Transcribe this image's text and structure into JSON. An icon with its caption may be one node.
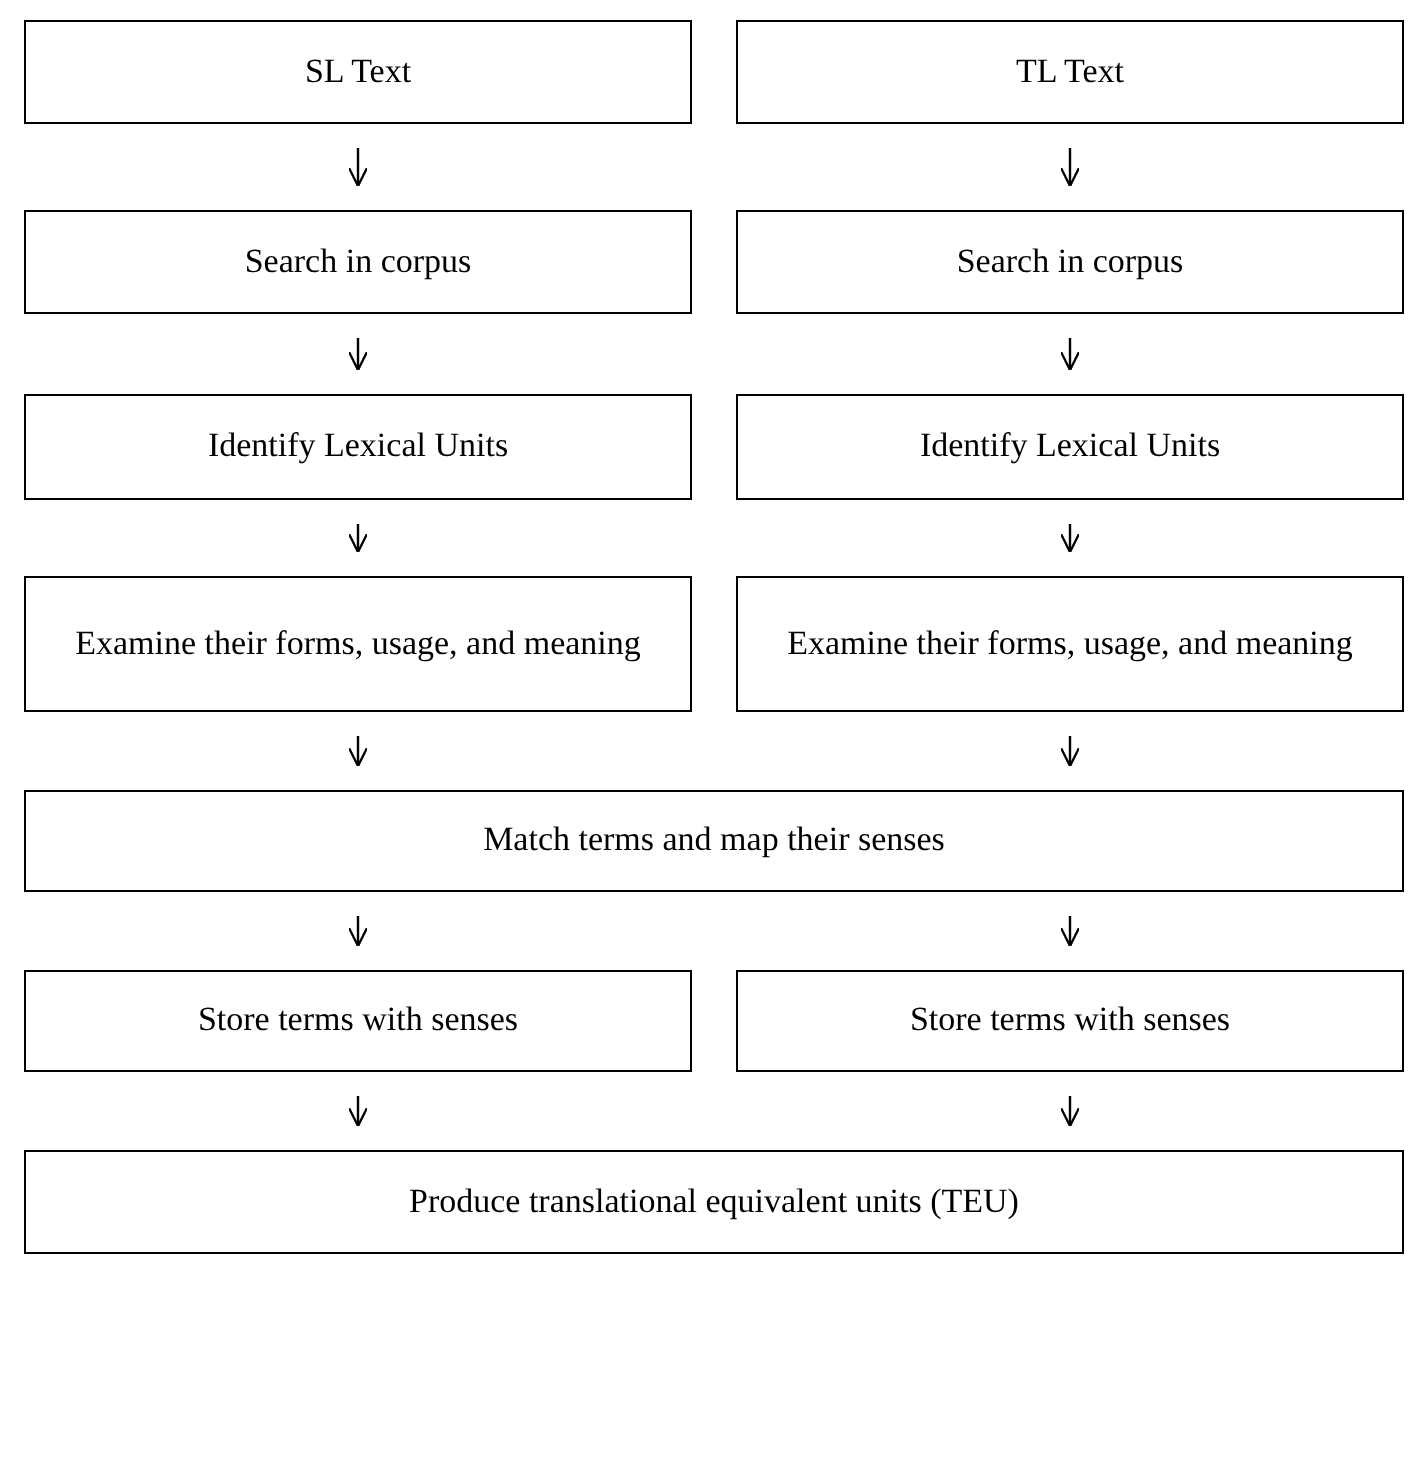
{
  "diagram": {
    "nodes": [
      {
        "text": [
          "SL Text"
        ]
      },
      {
        "text": [
          "TL Text"
        ]
      },
      {
        "text": [
          "Search in corpus"
        ]
      },
      {
        "text": [
          "Search in corpus"
        ]
      },
      {
        "text": [
          "Identify Lexical Units"
        ]
      },
      {
        "text": [
          "Identify Lexical Units"
        ]
      },
      {
        "text": [
          "Examine their forms, usage, and meaning"
        ]
      },
      {
        "text": [
          "Examine their forms, usage, and meaning"
        ]
      },
      {
        "text": [
          "Match terms and map their senses"
        ]
      },
      {
        "text": [
          "Store terms with senses"
        ]
      },
      {
        "text": [
          "Store terms with senses"
        ]
      },
      {
        "text": [
          "Produce translational equivalent units (TEU)"
        ]
      }
    ],
    "edges": [
      {
        "from": 0,
        "to": 2,
        "arrow": "to"
      },
      {
        "from": 1,
        "to": 3,
        "arrow": "to"
      },
      {
        "from": 2,
        "to": 4,
        "arrow": "to"
      },
      {
        "from": 3,
        "to": 5,
        "arrow": "to"
      },
      {
        "from": 4,
        "to": 6,
        "arrow": "to"
      },
      {
        "from": 5,
        "to": 7,
        "arrow": "to"
      },
      {
        "from": 6,
        "to": 8,
        "arrow": "to"
      },
      {
        "from": 7,
        "to": 8,
        "arrow": "to"
      },
      {
        "from": 8,
        "to": 9,
        "arrow": "to"
      },
      {
        "from": 8,
        "to": 10,
        "arrow": "to"
      },
      {
        "from": 9,
        "to": 11,
        "arrow": "to"
      },
      {
        "from": 10,
        "to": 11,
        "arrow": "to"
      }
    ]
  }
}
